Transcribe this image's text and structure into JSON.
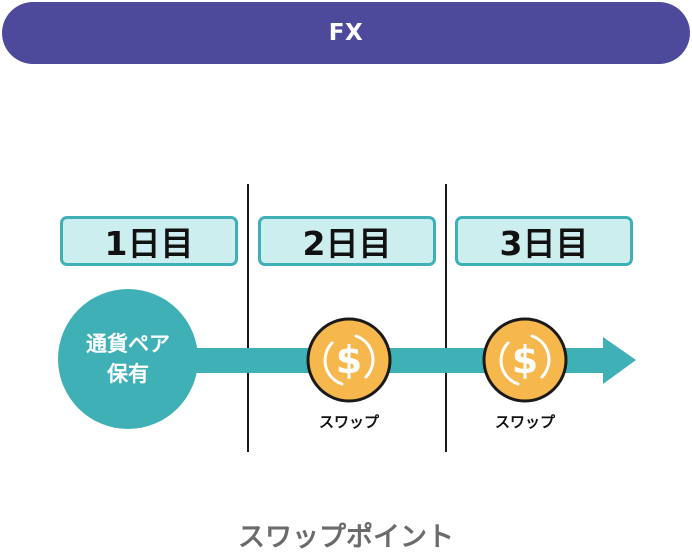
{
  "header": {
    "title": "FX"
  },
  "days": [
    {
      "label": "1日目"
    },
    {
      "label": "2日目"
    },
    {
      "label": "3日目"
    }
  ],
  "holding": {
    "label": "通貨ペア\n保有"
  },
  "swap_events": [
    {
      "icon": "dollar-coin-icon",
      "label": "スワップ"
    },
    {
      "icon": "dollar-coin-icon",
      "label": "スワップ"
    }
  ],
  "footer": {
    "label": "スワップポイント"
  },
  "colors": {
    "header_bg": "#4d4a9c",
    "teal": "#3fb0b5",
    "box_fill": "#cdeeee",
    "coin_fill": "#f6b84c",
    "footer_text": "#6b6b6b"
  }
}
